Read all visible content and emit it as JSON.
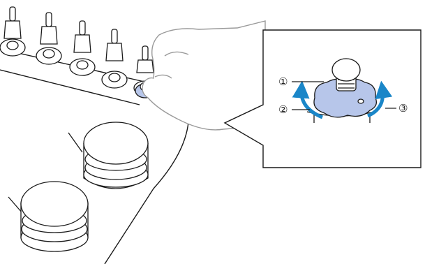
{
  "illustration": {
    "colors": {
      "line": "#1a1a1a",
      "hand_fill": "#ffffff",
      "hand_stroke": "#9a9a9a",
      "knob_highlight": "#b7c6ea",
      "arrow": "#1a86c8"
    },
    "callouts": [
      {
        "id": "1",
        "label": "①"
      },
      {
        "id": "2",
        "label": "②"
      },
      {
        "id": "3",
        "label": "③"
      }
    ]
  }
}
